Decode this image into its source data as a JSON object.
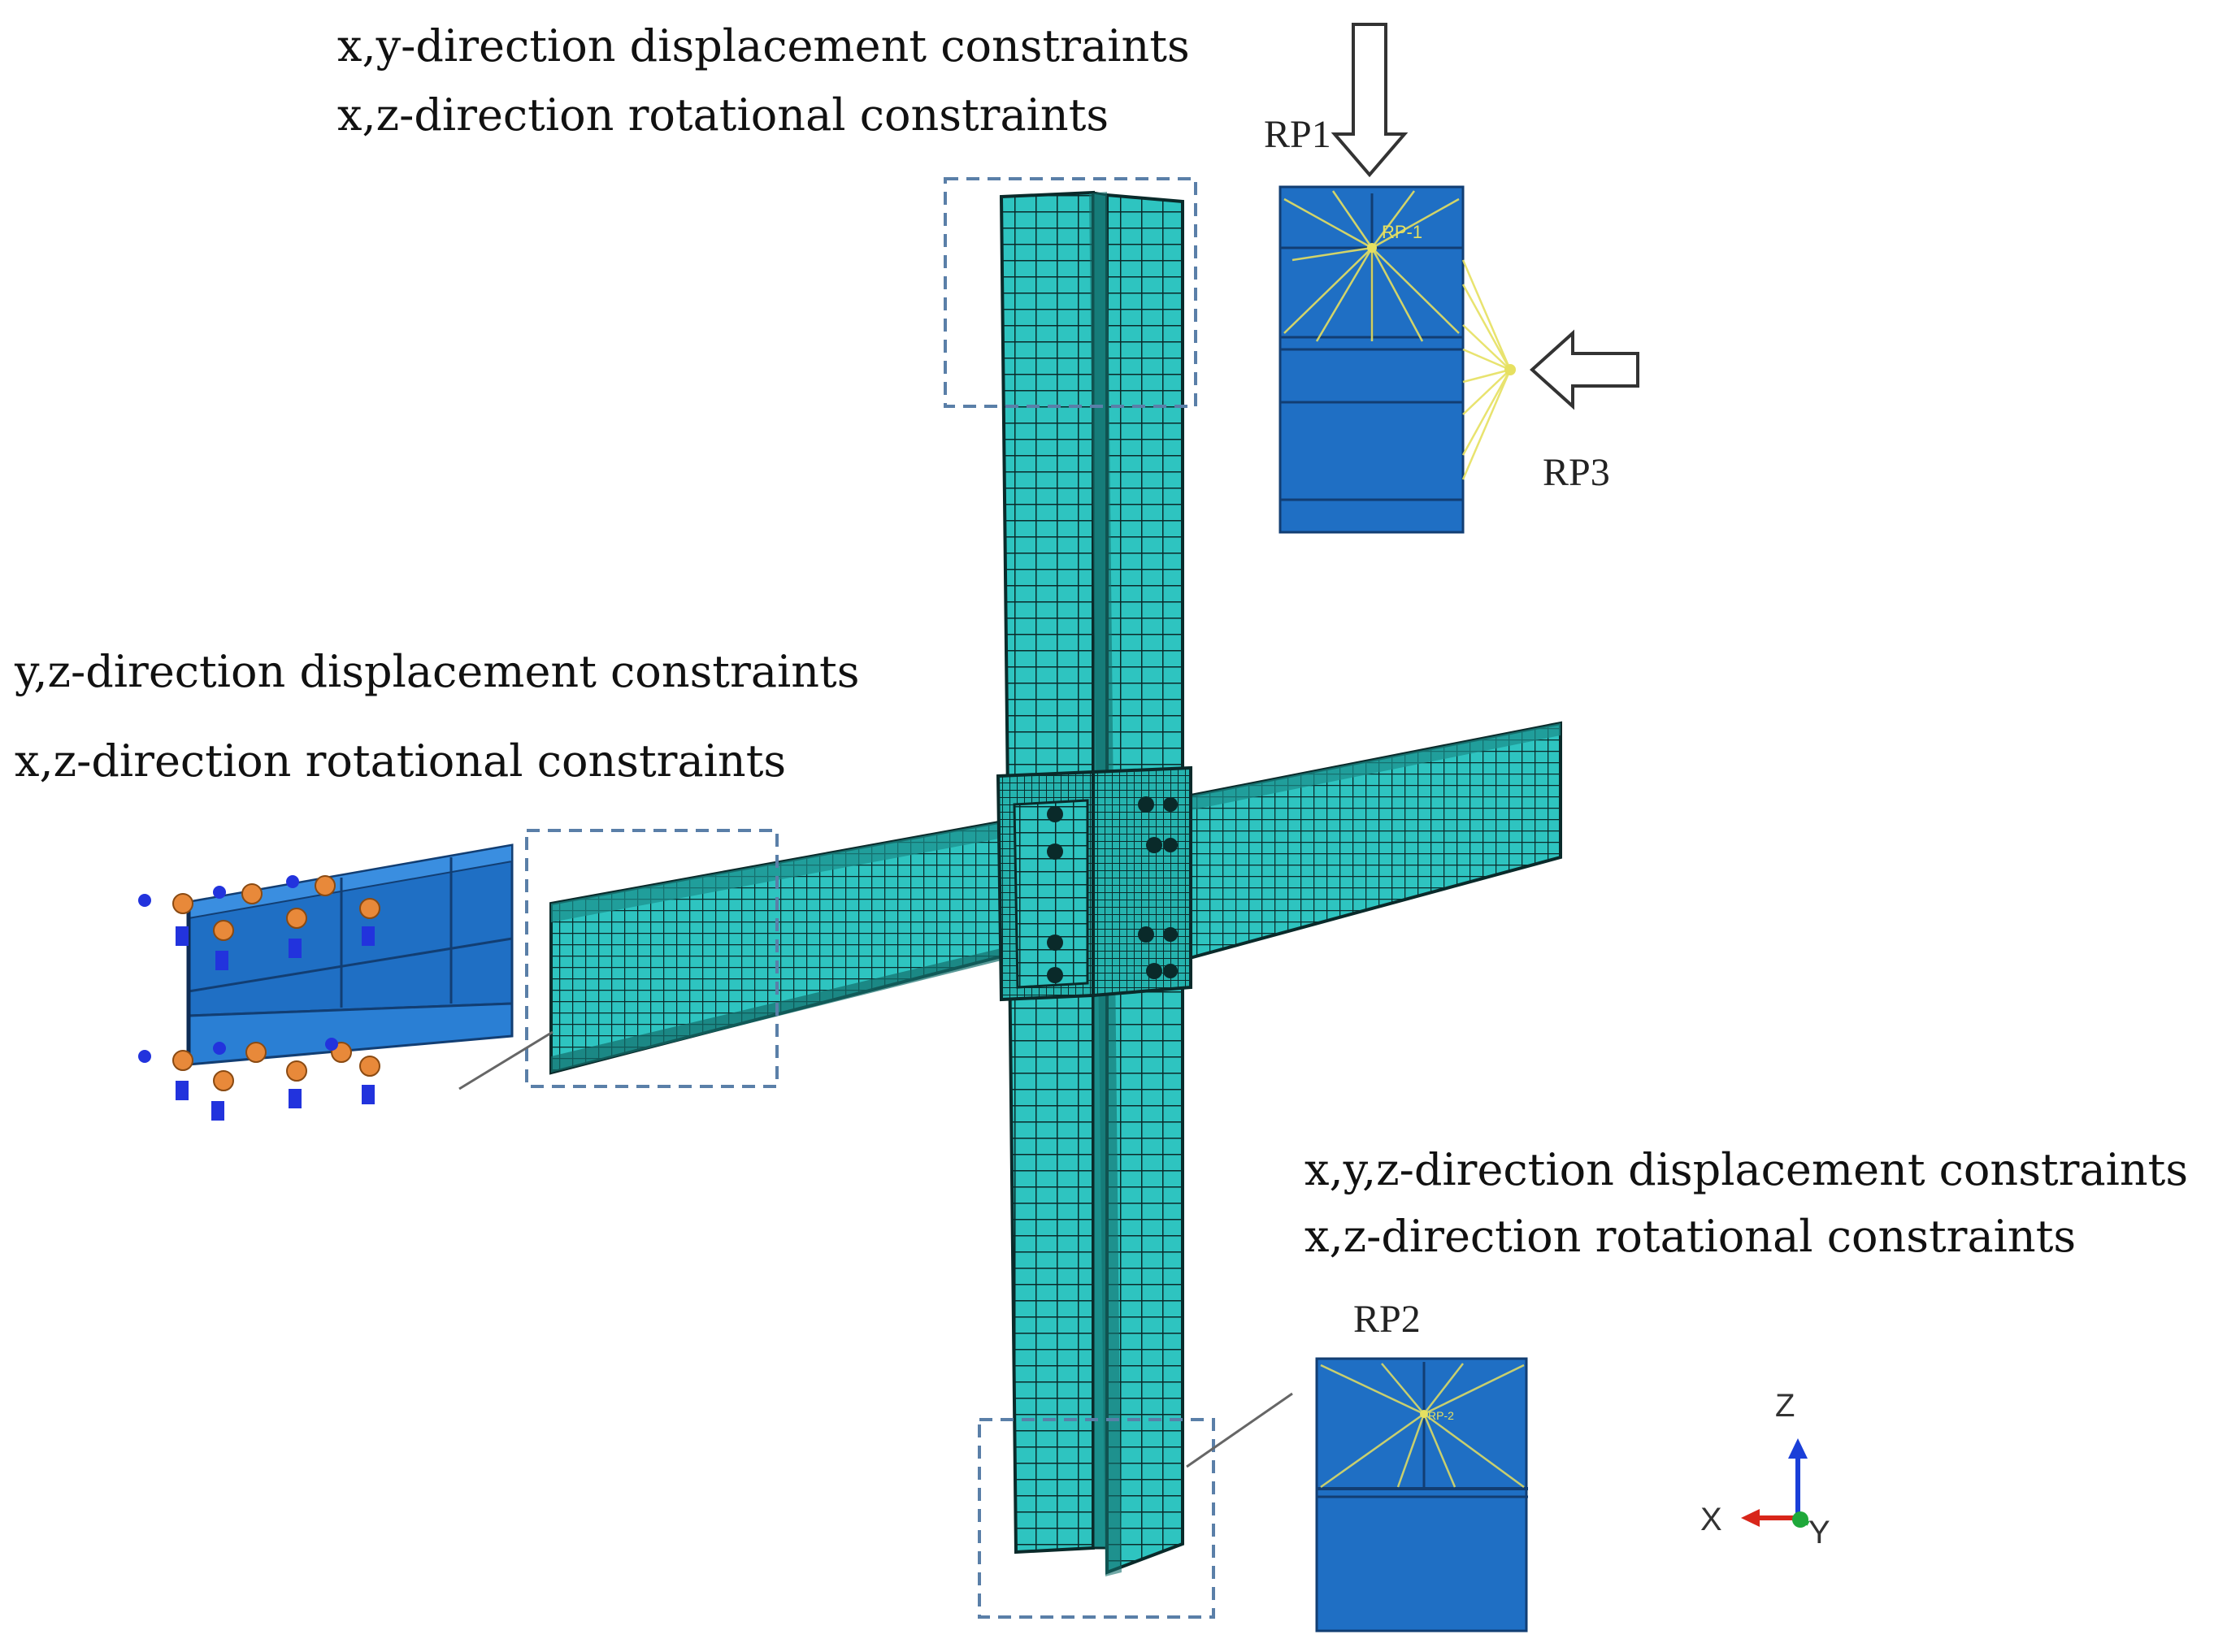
{
  "labels": {
    "top_line1": "x,y-direction displacement constraints",
    "top_line2": "x,z-direction rotational constraints",
    "left_line1": "y,z-direction displacement constraints",
    "left_line2": "x,z-direction rotational constraints",
    "bottom_line1": "x,y,z-direction displacement constraints",
    "bottom_line2": "x,z-direction rotational constraints"
  },
  "reference_points": {
    "rp1": "RP1",
    "rp2": "RP2",
    "rp3": "RP3",
    "rp1_tag": "RP-1",
    "rp2_tag": "RP-2"
  },
  "axes": {
    "z": "Z",
    "x": "X",
    "y": "Y"
  },
  "colors": {
    "mesh": "#2ec4c0",
    "mesh_line": "#0a2a2a",
    "steel_blue": "#1f6fc4",
    "coupling": "#e6e060",
    "dash_box": "#5a7fa8",
    "bc_orange": "#e8893a",
    "bc_blue": "#2233dd",
    "axis_z": "#1a3fd8",
    "axis_x": "#d8261a",
    "axis_y": "#1fa83a"
  }
}
